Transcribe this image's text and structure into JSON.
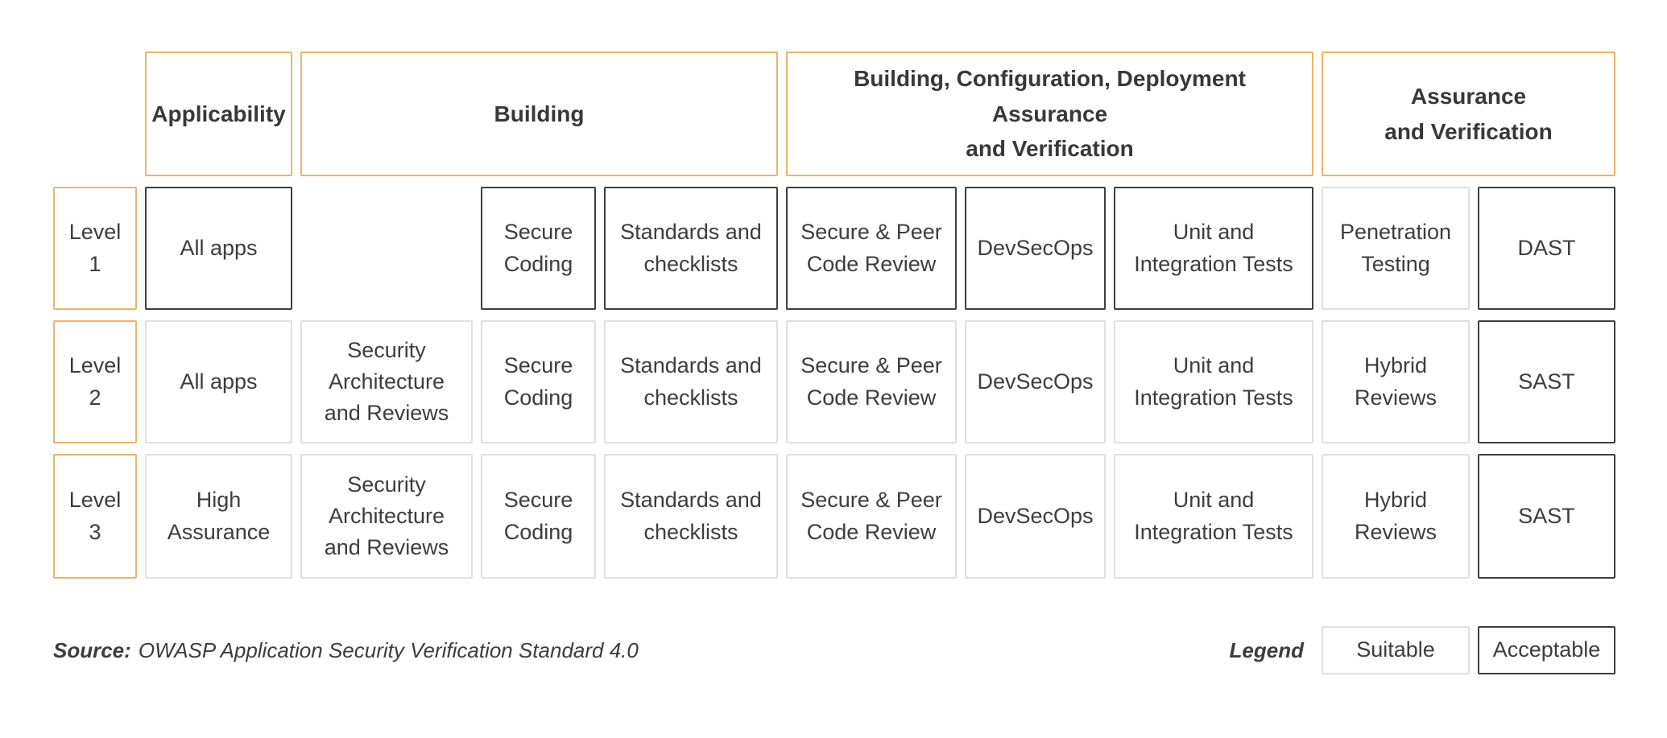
{
  "colors": {
    "orange": "#ecb469",
    "dark": "#3f3f3f",
    "light": "#e0e0e0",
    "text": "#3d3d3d",
    "bg": "#ffffff"
  },
  "table": {
    "headers": [
      {
        "label": "Applicability"
      },
      {
        "label": "Building"
      },
      {
        "label": "Building, Configuration, Deployment Assurance\nand Verification"
      },
      {
        "label": "Assurance\nand Verification"
      }
    ],
    "rows": [
      {
        "level": "Level\n1",
        "cells": [
          {
            "text": "All apps",
            "status": "acceptable"
          },
          {
            "text": "",
            "status": "none"
          },
          {
            "text": "Secure\nCoding",
            "status": "acceptable"
          },
          {
            "text": "Standards and\nchecklists",
            "status": "acceptable"
          },
          {
            "text": "Secure & Peer\nCode Review",
            "status": "acceptable"
          },
          {
            "text": "DevSecOps",
            "status": "acceptable"
          },
          {
            "text": "Unit and\nIntegration Tests",
            "status": "acceptable"
          },
          {
            "text": "Penetration\nTesting",
            "status": "suitable"
          },
          {
            "text": "DAST",
            "status": "acceptable"
          }
        ]
      },
      {
        "level": "Level\n2",
        "cells": [
          {
            "text": "All apps",
            "status": "suitable"
          },
          {
            "text": "Security\nArchitecture\nand Reviews",
            "status": "suitable"
          },
          {
            "text": "Secure\nCoding",
            "status": "suitable"
          },
          {
            "text": "Standards and\nchecklists",
            "status": "suitable"
          },
          {
            "text": "Secure & Peer\nCode Review",
            "status": "suitable"
          },
          {
            "text": "DevSecOps",
            "status": "suitable"
          },
          {
            "text": "Unit and\nIntegration Tests",
            "status": "suitable"
          },
          {
            "text": "Hybrid\nReviews",
            "status": "suitable"
          },
          {
            "text": "SAST",
            "status": "acceptable"
          }
        ]
      },
      {
        "level": "Level\n3",
        "cells": [
          {
            "text": "High\nAssurance",
            "status": "suitable"
          },
          {
            "text": "Security\nArchitecture\nand Reviews",
            "status": "suitable"
          },
          {
            "text": "Secure\nCoding",
            "status": "suitable"
          },
          {
            "text": "Standards and\nchecklists",
            "status": "suitable"
          },
          {
            "text": "Secure & Peer\nCode Review",
            "status": "suitable"
          },
          {
            "text": "DevSecOps",
            "status": "suitable"
          },
          {
            "text": "Unit and\nIntegration Tests",
            "status": "suitable"
          },
          {
            "text": "Hybrid\nReviews",
            "status": "suitable"
          },
          {
            "text": "SAST",
            "status": "acceptable"
          }
        ]
      }
    ]
  },
  "footer": {
    "source_label": "Source:",
    "source_text": "OWASP Application Security Verification Standard 4.0",
    "legend_label": "Legend",
    "legend_items": [
      {
        "label": "Suitable",
        "status": "suitable"
      },
      {
        "label": "Acceptable",
        "status": "acceptable"
      }
    ]
  }
}
